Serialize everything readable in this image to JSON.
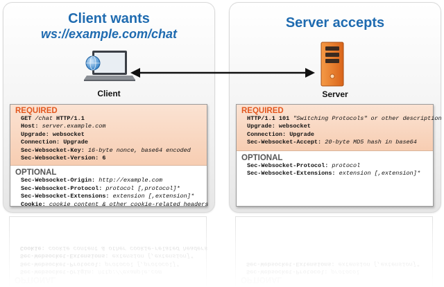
{
  "client": {
    "title": "Client wants",
    "subtitle": "ws://example.com/chat",
    "node_label": "Client",
    "required_title": "REQUIRED",
    "required": [
      {
        "key": "GET",
        "value": " /chat ",
        "tail": "HTTP/1.1"
      },
      {
        "key": "Host:",
        "value": " server.example.com"
      },
      {
        "key": "Upgrade:",
        "value": " websocket"
      },
      {
        "key": "Connection:",
        "value": " Upgrade"
      },
      {
        "key": "Sec-Websocket-Key:",
        "value": " 16-byte nonce, base64 encoded"
      },
      {
        "key": "Sec-Websocket-Version:",
        "value": " 6"
      }
    ],
    "optional_title": "OPTIONAL",
    "optional": [
      {
        "key": "Sec-Websocket-Origin:",
        "value": " http://example.com"
      },
      {
        "key": "Sec-Websocket-Protocol:",
        "value": " protocol [,protocol]*"
      },
      {
        "key": "Sec-Websocket-Extensions:",
        "value": " extension [,extension]*"
      },
      {
        "key": "Cookie:",
        "value": " cookie content & other cookie-related headers"
      }
    ]
  },
  "server": {
    "title": "Server accepts",
    "node_label": "Server",
    "required_title": "REQUIRED",
    "required": [
      {
        "key": "HTTP/1.1 101",
        "value": " \"Switching Protocols\" or other description"
      },
      {
        "key": "Upgrade:",
        "value": " websocket"
      },
      {
        "key": "Connection:",
        "value": " Upgrade"
      },
      {
        "key": "Sec-Websocket-Accept:",
        "value": " 20-byte MD5 hash in base64"
      }
    ],
    "optional_title": "OPTIONAL",
    "optional": [
      {
        "key": "Sec-Websocket-Protocol:",
        "value": " protocol"
      },
      {
        "key": "Sec-Websocket-Extensions:",
        "value": " extension [,extension]*"
      }
    ]
  },
  "colors": {
    "title_blue": "#1f6bb0",
    "required_orange": "#e2571e",
    "server_orange": "#f07a23"
  },
  "icons": {
    "client": "laptop-globe-icon",
    "server": "server-tower-icon",
    "connection": "double-arrow-icon"
  }
}
